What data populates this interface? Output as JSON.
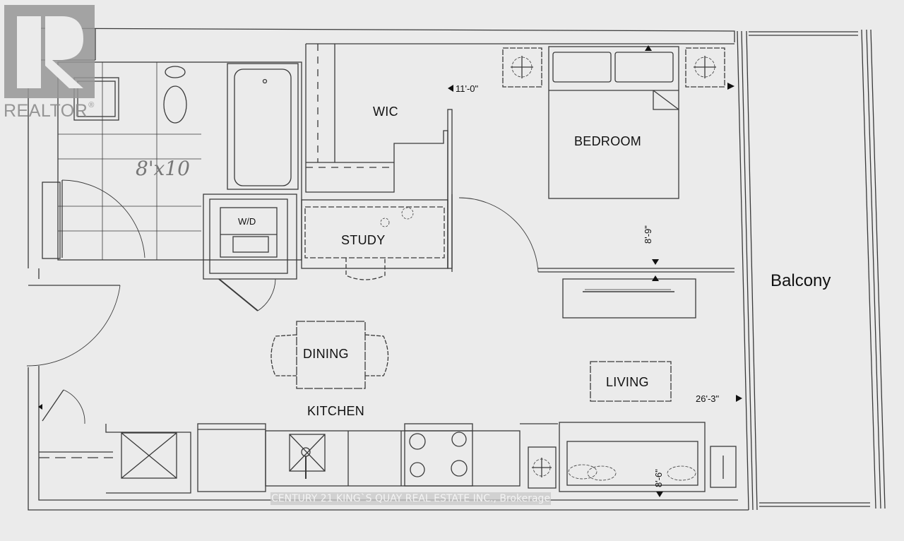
{
  "logo": {
    "name": "REALTOR",
    "registered_mark": "®"
  },
  "rooms": {
    "wic": "WIC",
    "bedroom": "BEDROOM",
    "study": "STUDY",
    "wd": "W/D",
    "dining": "DINING",
    "kitchen": "KITCHEN",
    "living": "LIVING",
    "balcony": "Balcony"
  },
  "annotations": {
    "bathroom_handwritten": "8'x10"
  },
  "dimensions": {
    "bedroom_width": "11'-0\"",
    "bedroom_depth": "8'-9\"",
    "living_length": "26'-3\"",
    "living_width": "8'-6\""
  },
  "watermark": {
    "text": "CENTURY 21 KING`S QUAY REAL ESTATE INC., Brokerage"
  },
  "colors": {
    "background": "#ebebeb",
    "line": "#3a3a3a",
    "text": "#111111",
    "logo_gray": "#969696"
  }
}
